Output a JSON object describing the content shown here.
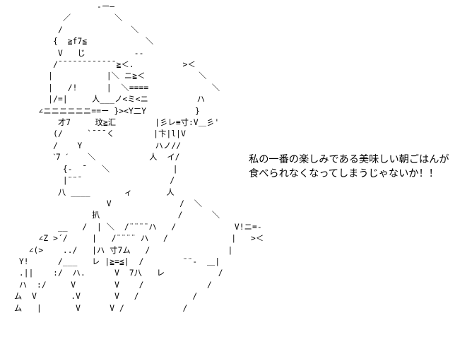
{
  "art": {
    "lines": [
      "                 -ー―",
      "          ／         ＼",
      "         /              ＼",
      "        {  ≧f7≦            ＼",
      "         V   じ          ‐‐",
      "        /¯¯¯¯¯¯¯¯¯¯¯¯≧＜.          >＜",
      "       |           |＼ ニ≧＜           ＼",
      "       |   /!      |  ＼====             ＼",
      "       |/=|     人___ノ<ミ<ニ          ハ",
      "     ∠ニニニニニニ==ー }><Y二Y          }",
      "         才7     玟≧汇        |彡レ≡寸:V＿彡'",
      "        (/     `¯¯¯く        |卞|l|V",
      "        /    Y               ハノ//",
      "        ˋ7 ˊ    ＼           人  イ/",
      "          {‐  ˉ   ＼             |",
      "          |¨¨ˉ                  /",
      "         八 ____       ィ       人",
      "                   V              /  ＼",
      "                扒                /      ＼",
      "         __   /  | ＼  /¨¨¨¨ハ   /            V!ニ=-",
      "     ∠Z >´/     |   /¨¨¨¨ ハ   /             |   >＜",
      "   ∠(>    ../   |ハ 寸7ム   /                |",
      " Y!      /___   レ |≧=≦|  /        ¨¨‐  ＿|",
      " .||    :/  ハ.      V  7八   レ           /",
      " ハ  :/     V        V    /             /",
      "ム  V       .V       V   /           /",
      "ム   |       V      V /            /"
    ]
  },
  "speech": {
    "line1": "私の一番の楽しみである美味しい朝ごはんが",
    "line2": "食べられなくなってしまうじゃないか！！"
  }
}
